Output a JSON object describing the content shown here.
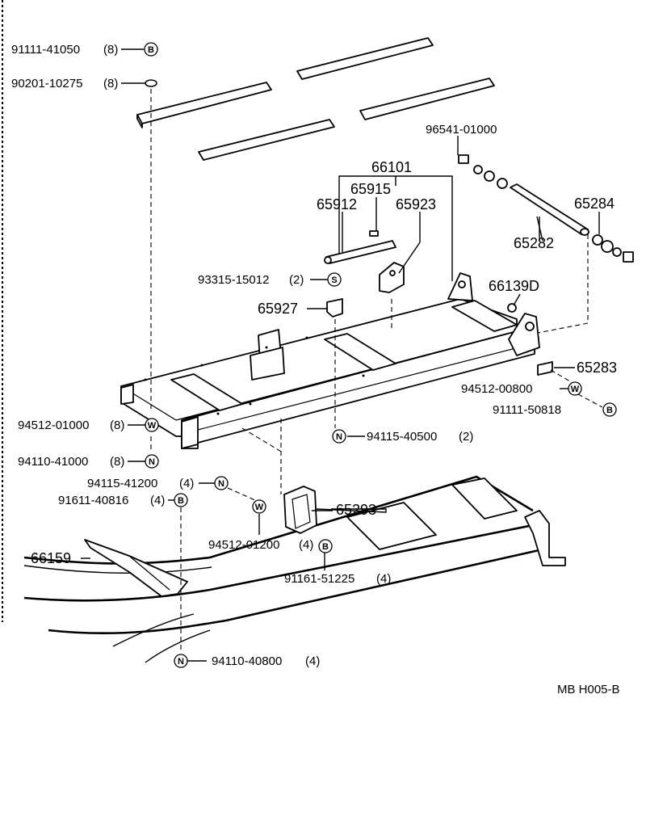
{
  "drawing_code": "MB H005-B",
  "callouts": {
    "c1": {
      "text": "91111-41050",
      "qty": "(8)",
      "sym": "B"
    },
    "c2": {
      "text": "90201-10275",
      "qty": "(8)"
    },
    "c3": {
      "text": "96541-01000"
    },
    "c4": {
      "text": "66101"
    },
    "c5": {
      "text": "65915"
    },
    "c6": {
      "text": "65912"
    },
    "c7": {
      "text": "65923"
    },
    "c8": {
      "text": "65284"
    },
    "c9": {
      "text": "65282"
    },
    "c10": {
      "text": "93315-15012",
      "qty": "(2)",
      "sym": "S"
    },
    "c11": {
      "text": "66139D"
    },
    "c12": {
      "text": "65927"
    },
    "c13": {
      "text": "65283"
    },
    "c14": {
      "text": "94512-00800",
      "sym": "W"
    },
    "c15": {
      "text": "91111-50818",
      "sym": "B"
    },
    "c16": {
      "text": "94512-01000",
      "qty": "(8)",
      "sym": "W"
    },
    "c17": {
      "text": "94115-40500",
      "qty": "(2)",
      "sym": "N"
    },
    "c18": {
      "text": "94110-41000",
      "qty": "(8)",
      "sym": "N"
    },
    "c19": {
      "text": "94115-41200",
      "qty": "(4)",
      "sym": "N"
    },
    "c20": {
      "text": "91611-40816",
      "qty": "(4)",
      "sym": "B"
    },
    "c21": {
      "text": "65293",
      "sym_w": "W"
    },
    "c22": {
      "text": "94512-01200",
      "qty": "(4)",
      "sym": "B"
    },
    "c23": {
      "text": "66159"
    },
    "c24": {
      "text": "91161-51225",
      "qty": "(4)"
    },
    "c25": {
      "text": "94110-40800",
      "qty": "(4)",
      "sym": "N"
    }
  }
}
